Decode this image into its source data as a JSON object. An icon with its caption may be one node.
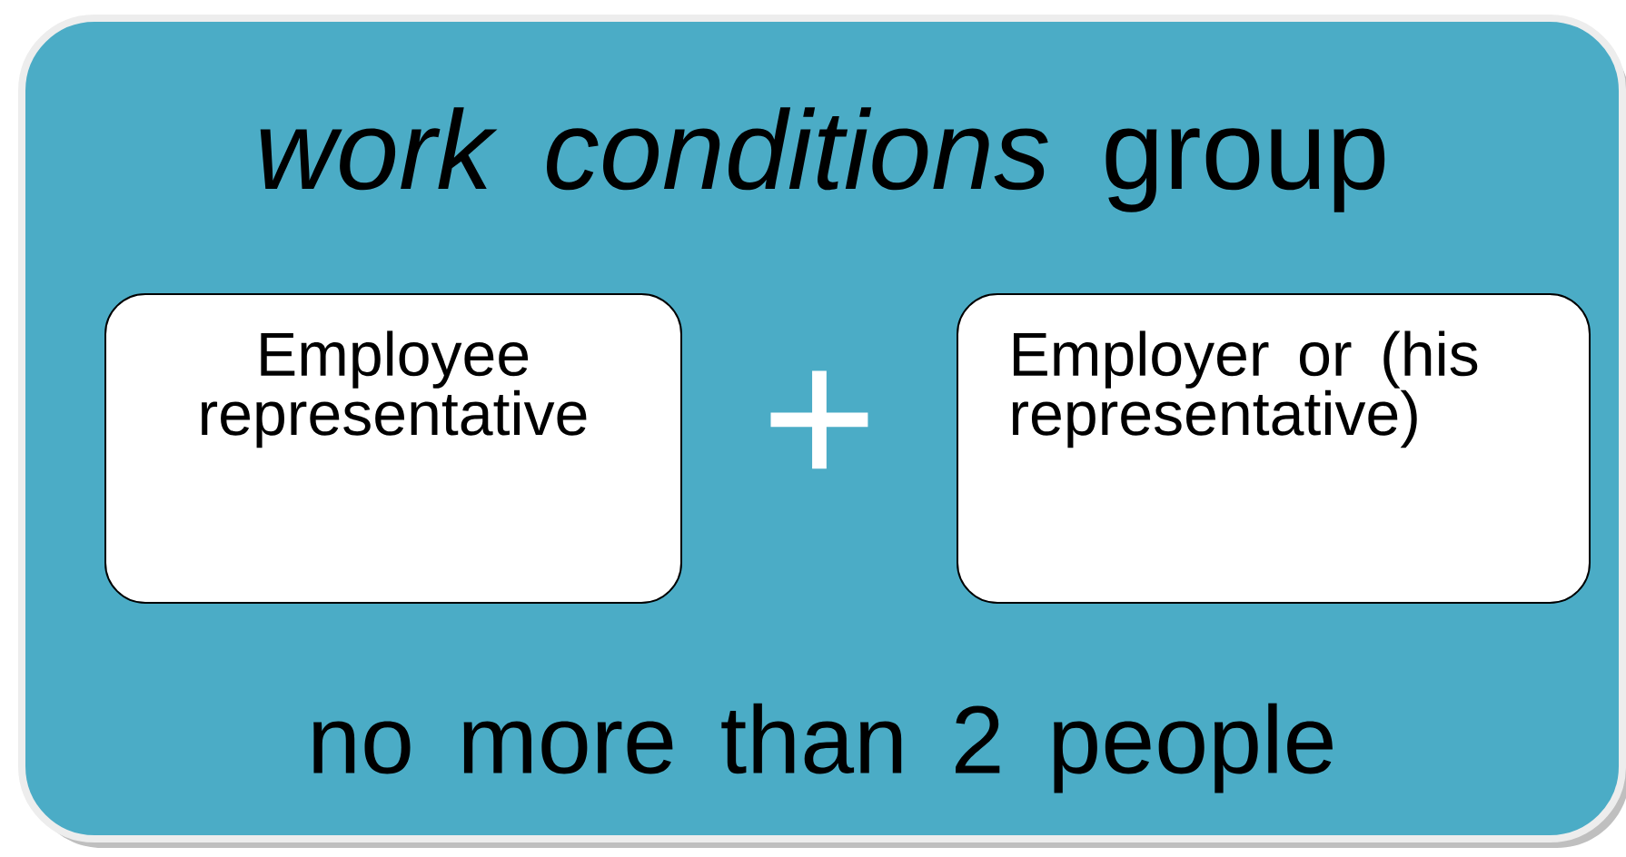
{
  "diagram": {
    "nodes": [
      {
        "text": [
          "*work conditions* group",
          "no more than 2 people"
        ]
      },
      {
        "text": [
          "Employee representative"
        ],
        "in": 0
      },
      {
        "text": [
          "Employer or (his representative)"
        ],
        "in": 0
      }
    ],
    "labels": [
      "+"
    ]
  }
}
